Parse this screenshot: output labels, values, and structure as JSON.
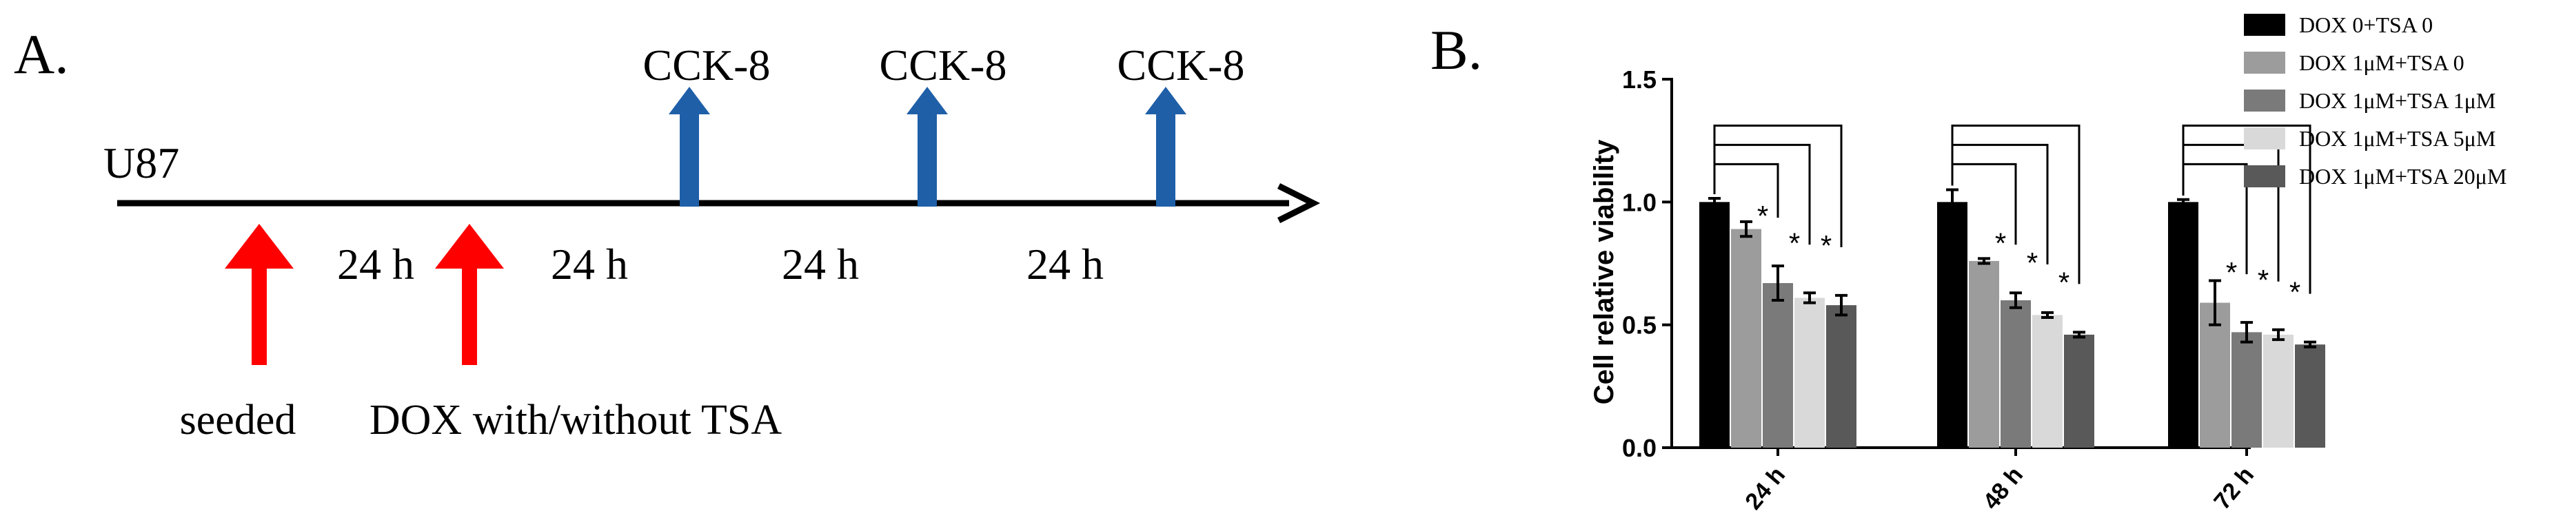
{
  "panel_a": {
    "label": "A.",
    "cell_line": "U87",
    "cck_label": "CCK-8",
    "interval_label": "24 h",
    "seeded_label": "seeded",
    "treatment_label": "DOX with/without TSA"
  },
  "panel_b": {
    "label": "B."
  },
  "colors": {
    "arrow_red": "#ff0000",
    "arrow_blue": "#1f5fa8",
    "series": [
      "#000000",
      "#9c9c9c",
      "#7a7a7a",
      "#d9d9d9",
      "#595959"
    ]
  },
  "chart_data": {
    "type": "bar",
    "ylabel": "Cell relative viability",
    "xlabel": "",
    "ylim": [
      0,
      1.5
    ],
    "yticks": [
      "0.0",
      "0.5",
      "1.0",
      "1.5"
    ],
    "categories": [
      "24 h",
      "48 h",
      "72 h"
    ],
    "series": [
      {
        "name": "DOX 0+TSA 0",
        "values": [
          1.0,
          1.0,
          1.0
        ],
        "errors": [
          0.015,
          0.05,
          0.01
        ]
      },
      {
        "name": "DOX 1μM+TSA 0",
        "values": [
          0.89,
          0.76,
          0.59
        ],
        "errors": [
          0.03,
          0.01,
          0.09
        ]
      },
      {
        "name": "DOX 1μM+TSA 1μM",
        "values": [
          0.67,
          0.6,
          0.47
        ],
        "errors": [
          0.07,
          0.03,
          0.04
        ]
      },
      {
        "name": "DOX 1μM+TSA 5μM",
        "values": [
          0.61,
          0.54,
          0.46
        ],
        "errors": [
          0.02,
          0.01,
          0.02
        ]
      },
      {
        "name": "DOX 1μM+TSA 20μM",
        "values": [
          0.58,
          0.46,
          0.42
        ],
        "errors": [
          0.04,
          0.01,
          0.01
        ]
      }
    ],
    "significance_marker": "*",
    "legend_position": "top-right"
  }
}
